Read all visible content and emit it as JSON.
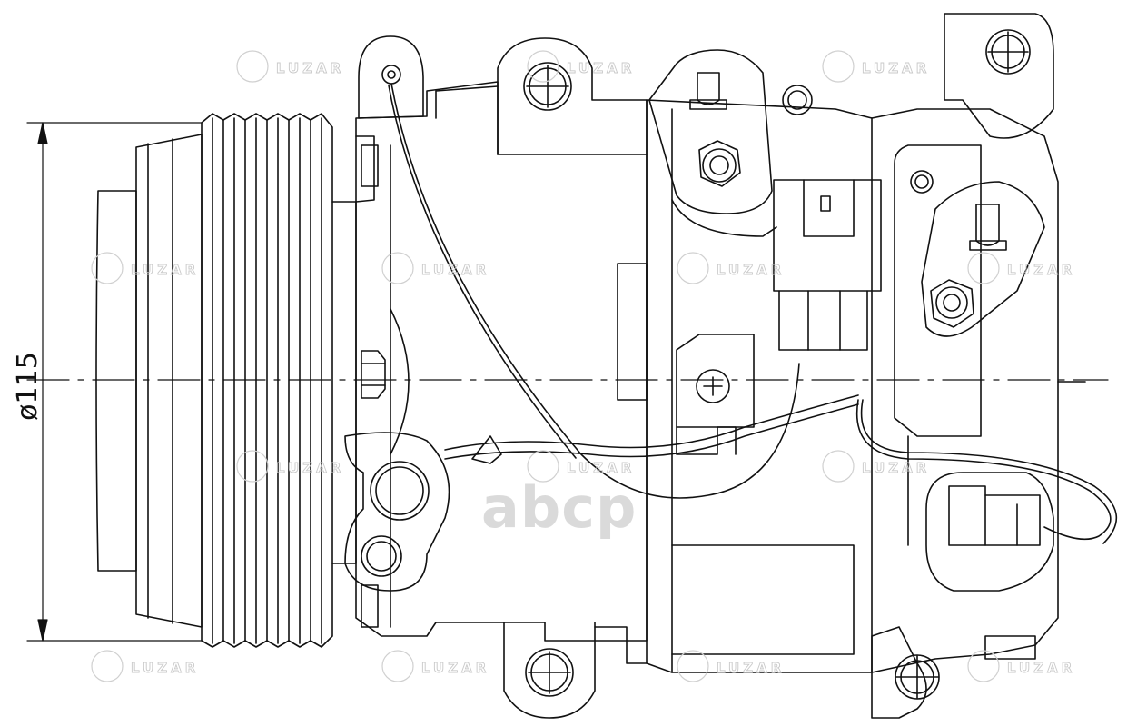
{
  "dimension": {
    "label": "ø115"
  },
  "watermark": {
    "brand": "LUZAR"
  },
  "overlay": {
    "text": "abcp"
  },
  "colors": {
    "line": "#111111",
    "watermark": "#c9c9c9",
    "overlay": "#bdbdbd"
  }
}
